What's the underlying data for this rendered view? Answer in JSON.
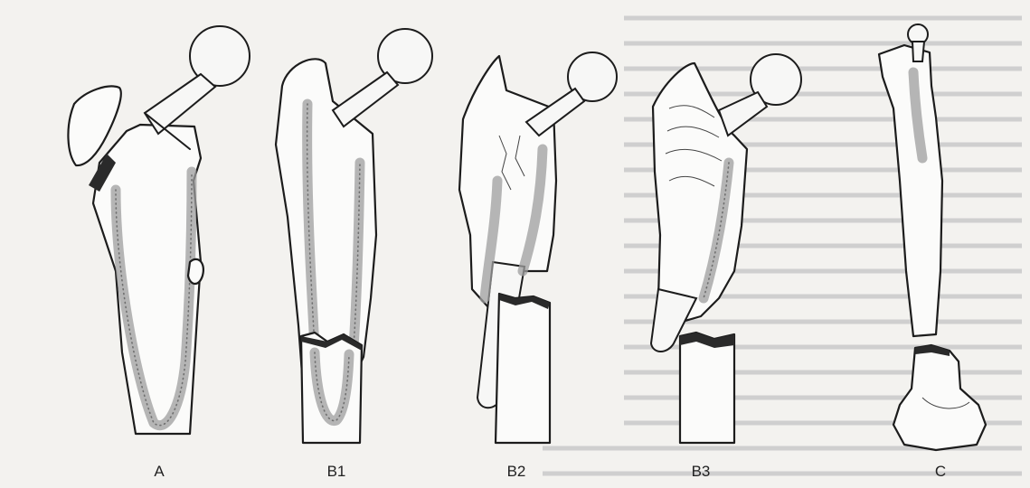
{
  "panels": [
    {
      "label": "A"
    },
    {
      "label": "B1"
    },
    {
      "label": "B2"
    },
    {
      "label": "B3"
    },
    {
      "label": "C"
    }
  ]
}
